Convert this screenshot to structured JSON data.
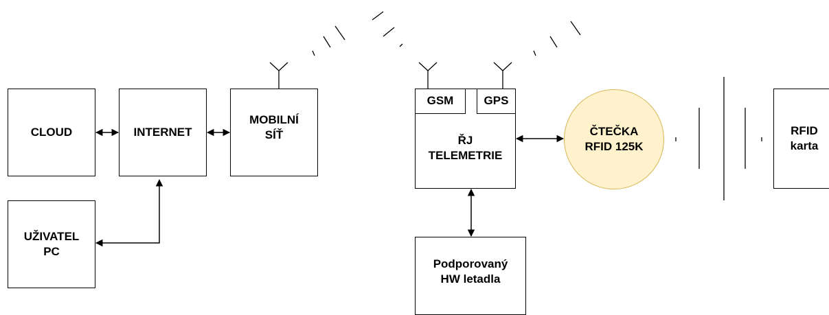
{
  "nodes": {
    "cloud": "CLOUD",
    "internet": "INTERNET",
    "mobile_network": "MOBILNÍ\nSÍŤ",
    "user_pc": "UŽIVATEL\nPC",
    "telemetry_unit": "ŘJ\nTELEMETRIE",
    "gsm_module": "GSM",
    "gps_module": "GPS",
    "rfid_reader": "ČTEČKA\nRFID 125K",
    "rfid_card": "RFID\nkarta",
    "aircraft_hw": "Podporovaný\nHW letadla"
  },
  "colors": {
    "reader_fill": "#fff2cc",
    "reader_stroke": "#d6b656",
    "line": "#000000"
  },
  "icons": [
    "antenna-icon",
    "radio-wave-icon",
    "rfid-field-icon"
  ]
}
